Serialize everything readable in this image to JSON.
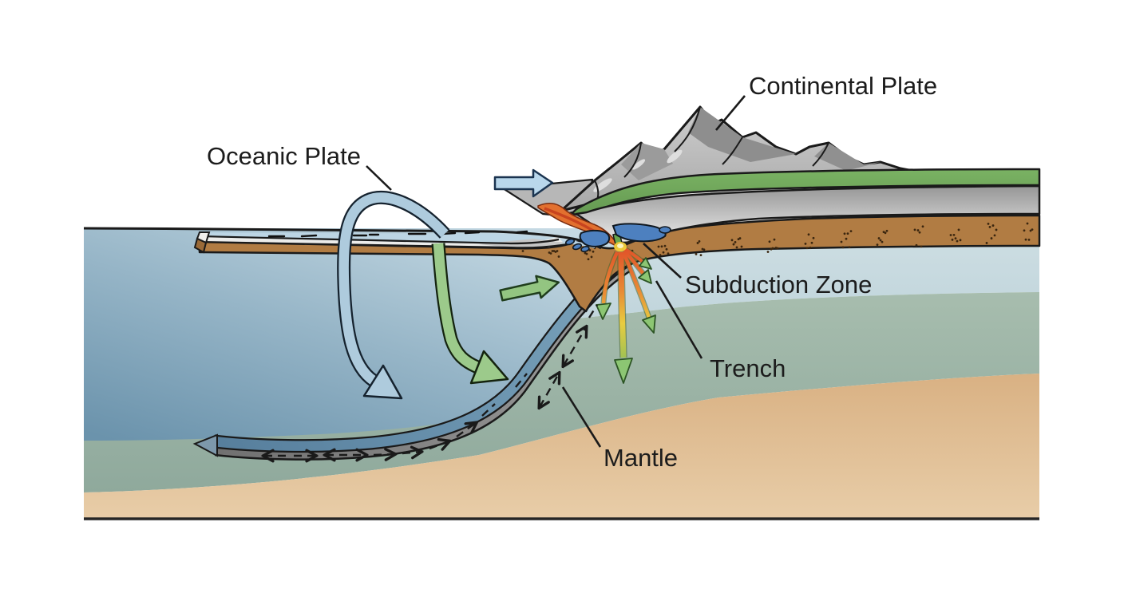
{
  "diagram": {
    "labels": {
      "oceanic_plate": "Oceanic Plate",
      "continental_plate": "Continental Plate",
      "subduction_zone": "Subduction Zone",
      "trench": "Trench",
      "mantle": "Mantle"
    },
    "colors": {
      "ocean_deep_blue": "#6b93ac",
      "ocean_light_blue": "#c6dae4",
      "mantle_wedge_blue": "#c8dbe0",
      "asthenosphere_teal": "#9bb3a4",
      "deep_mantle_tan": "#ddb78b",
      "continental_green": "#6fa85c",
      "continental_gray": "#b5b5b5",
      "sediment_brown": "#b17c43",
      "oceanic_crust_blue": "#6a92ae",
      "slab_gray": "#8e8e8e",
      "magma_orange": "#e2702f",
      "magma_yellow": "#ecd23c",
      "arrow_green": "#8fc57e",
      "arrow_blue": "#b9d7eb",
      "label_color": "#1c1c1c"
    }
  }
}
